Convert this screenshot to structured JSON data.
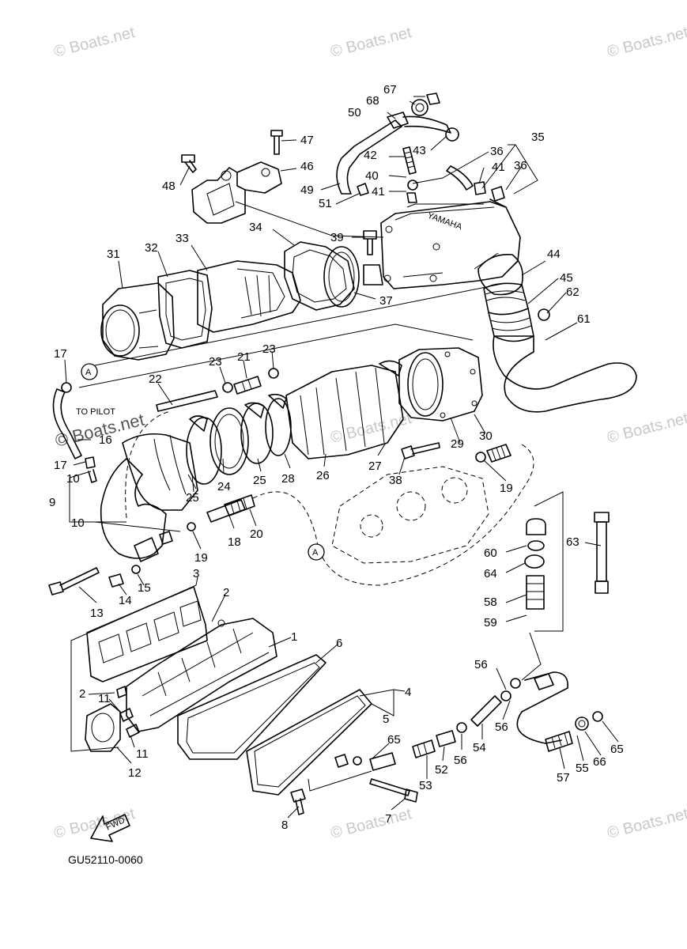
{
  "watermark": "© Boats.net",
  "diagram_code": "GU52110-0060",
  "fwd_label": "FWD",
  "pilot_label": "TO PILOT",
  "brand_label": "YAMAHA",
  "ref_marker": "A",
  "callouts": {
    "c1": "1",
    "c2a": "2",
    "c2b": "2",
    "c3": "3",
    "c4": "4",
    "c5": "5",
    "c6": "6",
    "c7": "7",
    "c8": "8",
    "c9": "9",
    "c10a": "10",
    "c10b": "10",
    "c11a": "11",
    "c11b": "11",
    "c12": "12",
    "c13": "13",
    "c14": "14",
    "c15": "15",
    "c16": "16",
    "c17a": "17",
    "c17b": "17",
    "c18": "18",
    "c19a": "19",
    "c19b": "19",
    "c20": "20",
    "c21": "21",
    "c22": "22",
    "c23a": "23",
    "c23b": "23",
    "c24": "24",
    "c25a": "25",
    "c25b": "25",
    "c26": "26",
    "c27": "27",
    "c28": "28",
    "c29": "29",
    "c30": "30",
    "c31": "31",
    "c32": "32",
    "c33": "33",
    "c34": "34",
    "c35": "35",
    "c36a": "36",
    "c36b": "36",
    "c37": "37",
    "c38": "38",
    "c39": "39",
    "c40": "40",
    "c41a": "41",
    "c41b": "41",
    "c42": "42",
    "c43": "43",
    "c44": "44",
    "c45": "45",
    "c46": "46",
    "c47": "47",
    "c48": "48",
    "c49": "49",
    "c50": "50",
    "c51": "51",
    "c52": "52",
    "c53": "53",
    "c54": "54",
    "c55": "55",
    "c56a": "56",
    "c56b": "56",
    "c56c": "56",
    "c57": "57",
    "c58": "58",
    "c59": "59",
    "c60": "60",
    "c61": "61",
    "c62": "62",
    "c63": "63",
    "c64": "64",
    "c65a": "65",
    "c65b": "65",
    "c66": "66",
    "c67": "67",
    "c68": "68"
  }
}
